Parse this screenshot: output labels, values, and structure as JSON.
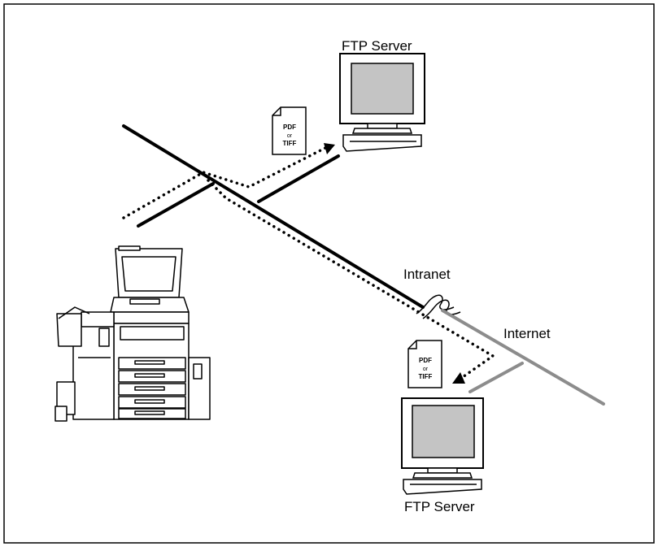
{
  "labels": {
    "ftp_server_top": "FTP Server",
    "ftp_server_bottom": "FTP Server",
    "intranet": "Intranet",
    "internet": "Internet"
  },
  "documents": {
    "top": {
      "line1": "PDF",
      "line2": "or",
      "line3": "TIFF"
    },
    "bottom": {
      "line1": "PDF",
      "line2": "or",
      "line3": "TIFF"
    }
  },
  "colors": {
    "intranet_line": "#000000",
    "internet_line": "#8c8c8c",
    "screen_fill": "#c4c4c4",
    "border": "#000000"
  }
}
